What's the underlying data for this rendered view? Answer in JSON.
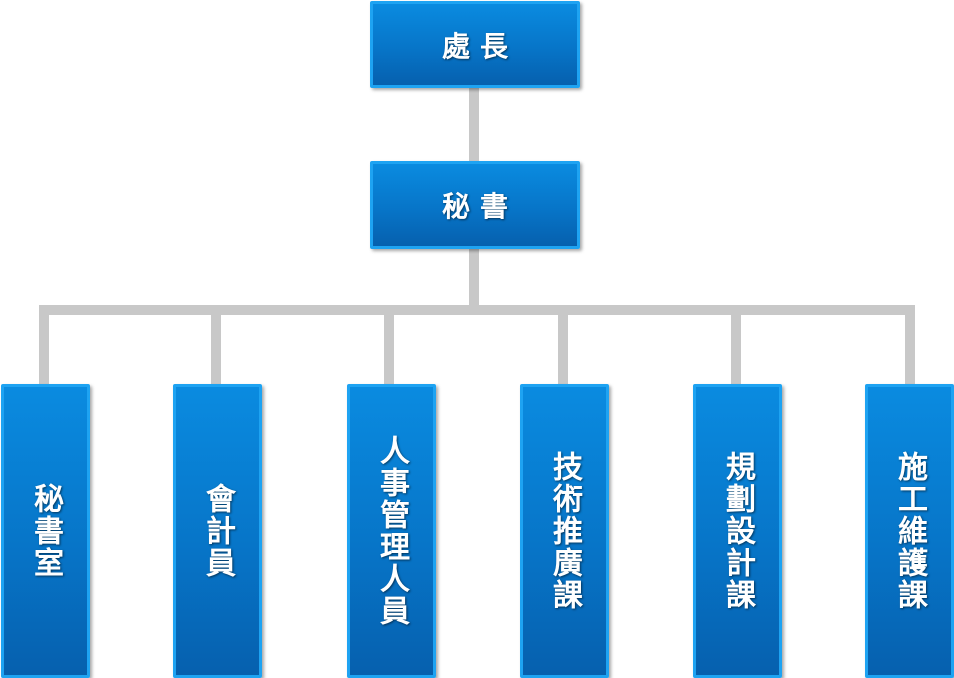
{
  "chart": {
    "root": {
      "label": "處長"
    },
    "secretary": {
      "label": "秘書"
    },
    "units": [
      {
        "label": "秘書室"
      },
      {
        "label": "會計員"
      },
      {
        "label": "人事管理人員"
      },
      {
        "label": "技術推廣課"
      },
      {
        "label": "規劃設計課"
      },
      {
        "label": "施工維護課"
      }
    ]
  },
  "colors": {
    "node_fill": "#0775c8",
    "node_border": "#1ea3f2",
    "connector": "#c8c8c8",
    "text": "#ffffff"
  }
}
